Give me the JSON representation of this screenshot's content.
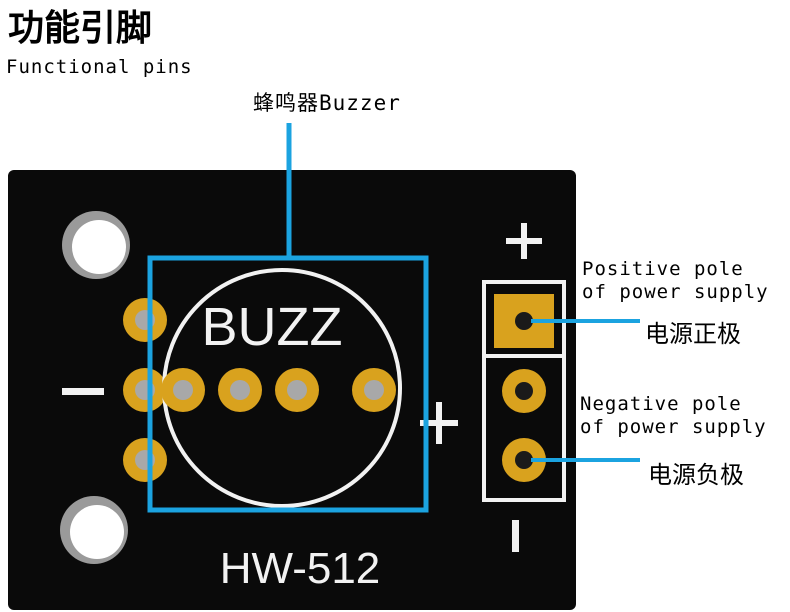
{
  "header": {
    "title_cn": "功能引脚",
    "title_en": "Functional pins"
  },
  "buzzer": {
    "label": "蜂鸣器Buzzer"
  },
  "board": {
    "silk_text": "BUZZ",
    "model": "HW-512",
    "minus_left": "−",
    "plus_mid": "+",
    "plus_top": "+",
    "minus_bottom": "|"
  },
  "positive_pin": {
    "label_en_line1": "Positive pole",
    "label_en_line2": "of power supply",
    "label_cn": "电源正极"
  },
  "negative_pin": {
    "label_en_line1": "Negative pole",
    "label_en_line2": "of power supply",
    "label_cn": "电源负极"
  },
  "colors": {
    "board": "#0a0a0a",
    "pad_gold": "#d9a21e",
    "callout_blue": "#1ba3e0",
    "silk_white": "#f2f2f2"
  }
}
